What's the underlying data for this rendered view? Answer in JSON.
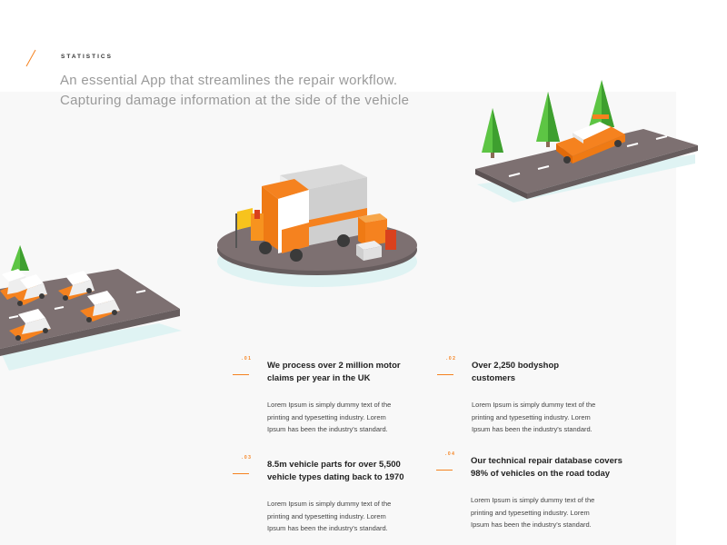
{
  "header": {
    "eyebrow": "STATISTICS",
    "headline_line1": "An essential App that streamlines the repair workflow.",
    "headline_line2": "Capturing damage information at the side of the vehicle"
  },
  "colors": {
    "accent": "#f5821f",
    "panel": "#f8f8f8",
    "road": "#7d7071",
    "tree": "#5dc544"
  },
  "stats": [
    {
      "number": ".01",
      "title_line1": "We process over 2 million motor",
      "title_line2": "claims per year in the UK",
      "body_line1": "Lorem Ipsum is simply dummy text of the",
      "body_line2": "printing and typesetting industry. Lorem",
      "body_line3": "Ipsum has been the industry's standard."
    },
    {
      "number": ".02",
      "title_line1": "Over 2,250 bodyshop",
      "title_line2": "customers",
      "body_line1": "Lorem Ipsum is simply dummy text of the",
      "body_line2": "printing and typesetting industry. Lorem",
      "body_line3": "Ipsum has been the industry's standard."
    },
    {
      "number": ".03",
      "title_line1": "8.5m vehicle parts for over 5,500",
      "title_line2": "vehicle types dating back to 1970",
      "body_line1": "Lorem Ipsum is simply dummy text of the",
      "body_line2": "printing and typesetting industry. Lorem",
      "body_line3": "Ipsum has been the industry's standard."
    },
    {
      "number": ".04",
      "title_line1": "Our technical repair database covers",
      "title_line2": "98% of vehicles on the road today",
      "body_line1": "Lorem Ipsum is simply dummy text of the",
      "body_line2": "printing and typesetting industry. Lorem",
      "body_line3": "Ipsum has been the industry's standard."
    }
  ]
}
